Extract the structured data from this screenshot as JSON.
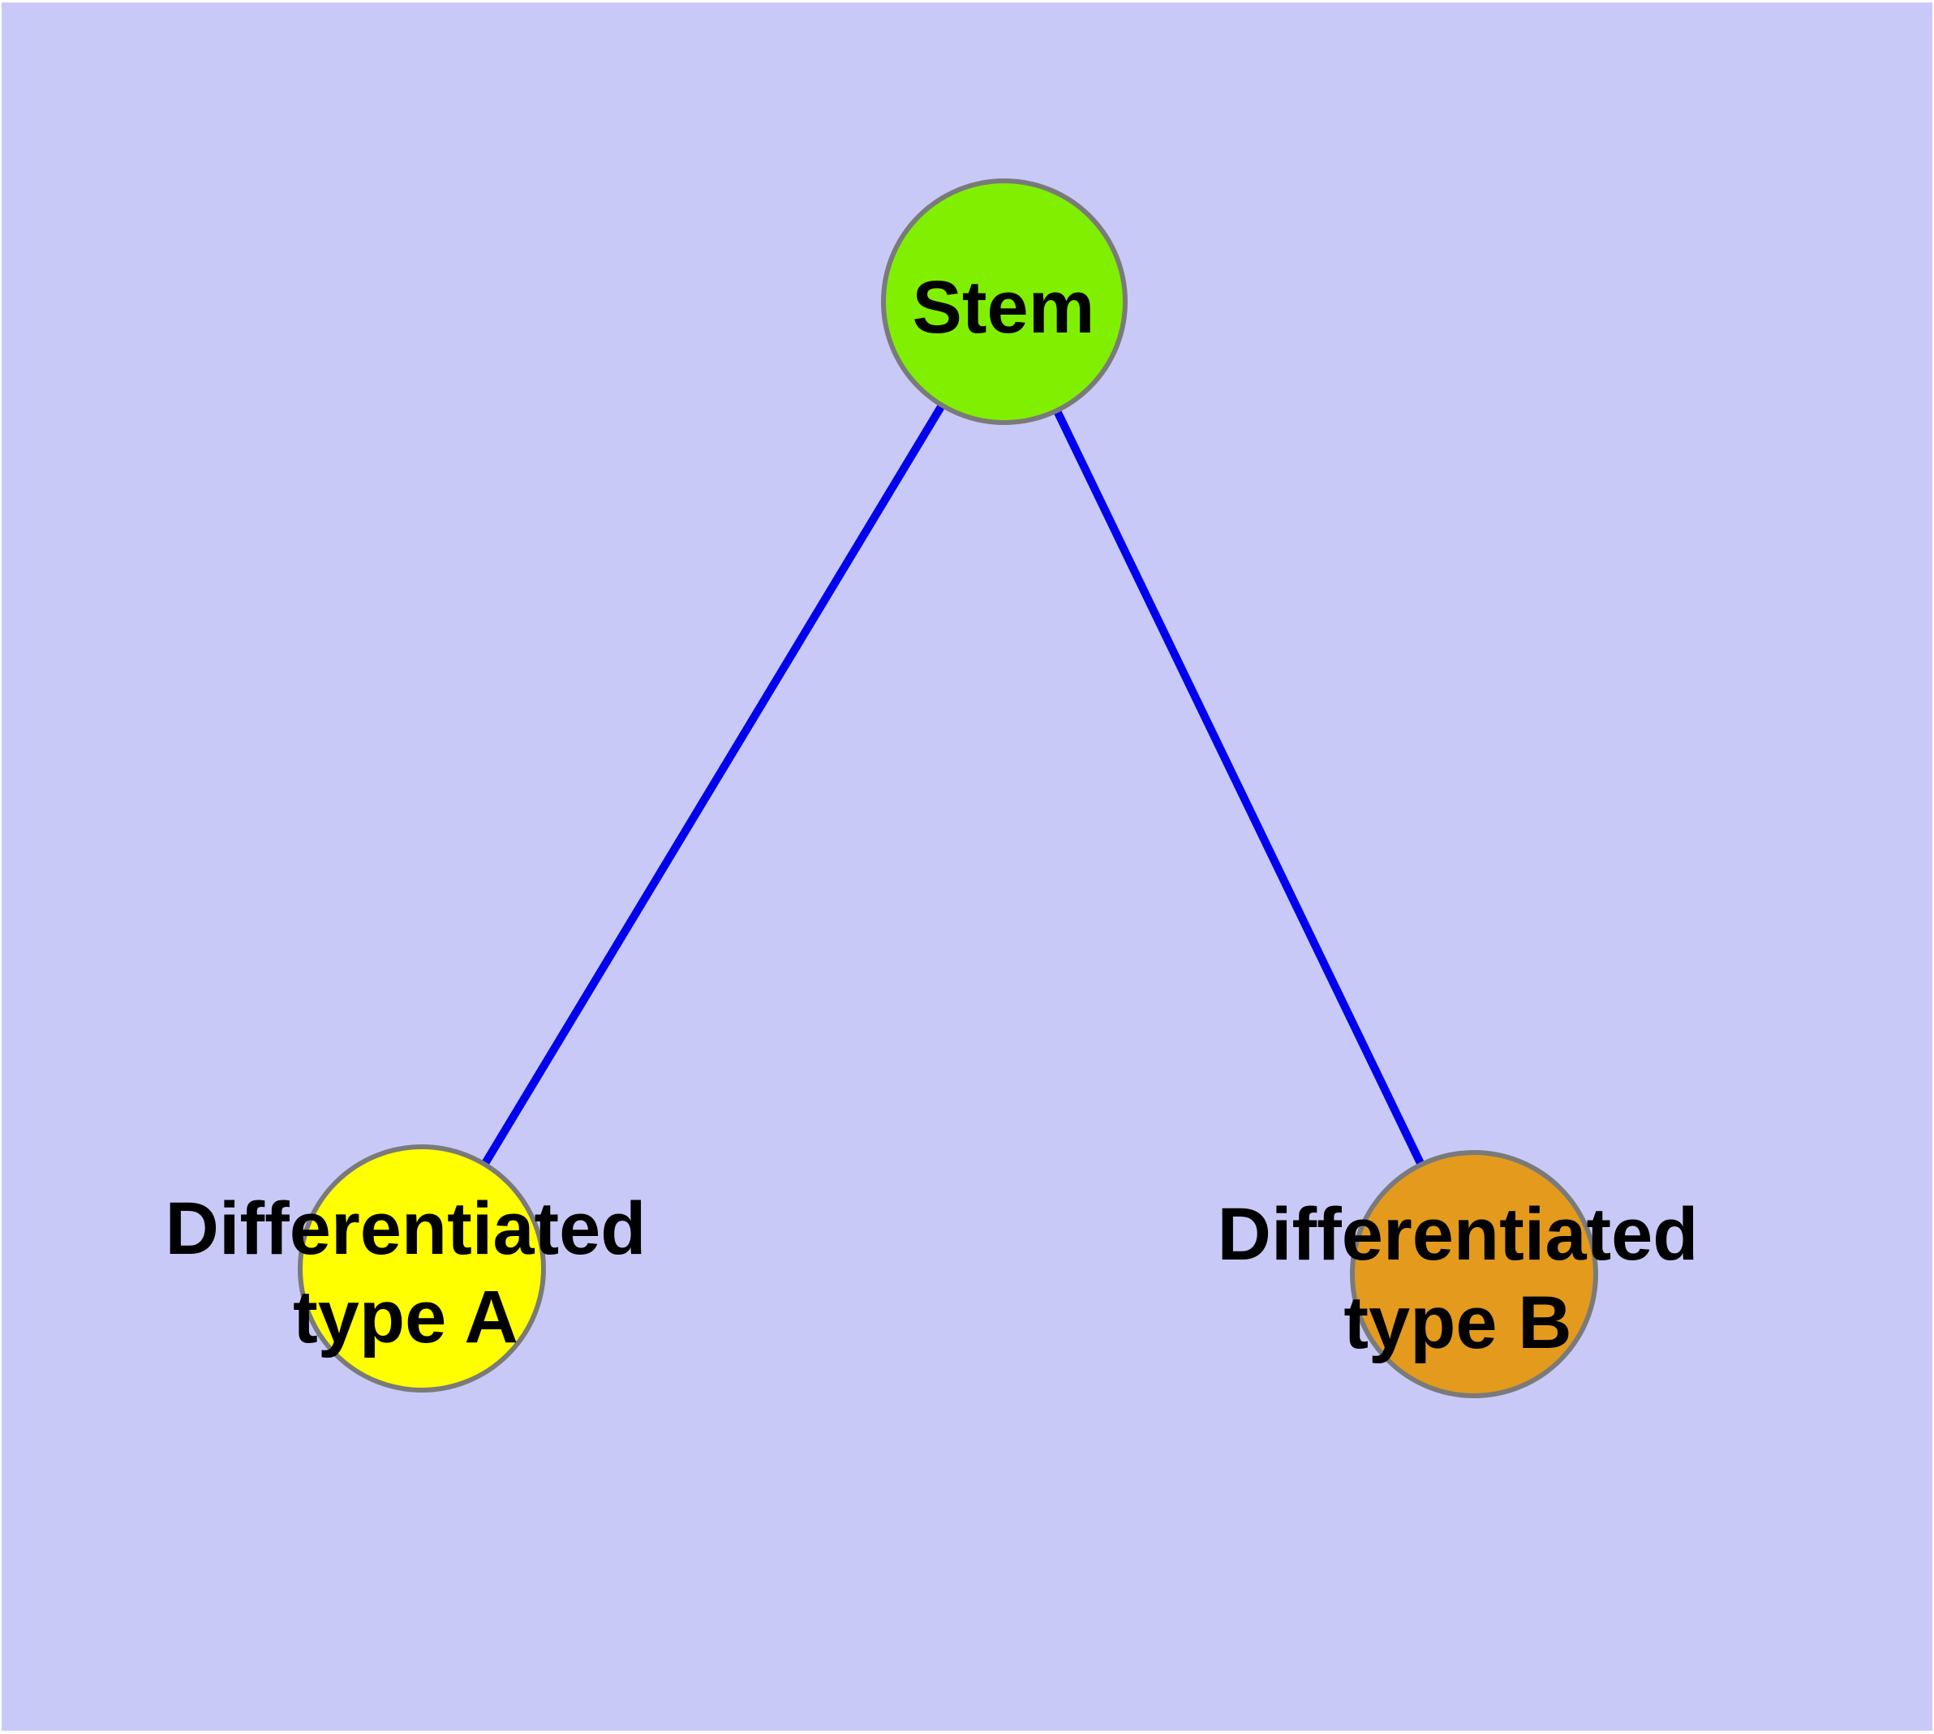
{
  "diagram": {
    "background_color": "#C9C9F8",
    "page_margin_color": "#FFFFFF",
    "label_color": "#000000",
    "edge_style": {
      "color": "#0000EE",
      "width": 10
    },
    "node_border": {
      "color": "#7A7A7A",
      "width": 6
    },
    "nodes": [
      {
        "id": "stem",
        "label": "Stem",
        "fill": "#80F000"
      },
      {
        "id": "differentiated-type-a",
        "label_line1": "Differentiated",
        "label_line2": "type A",
        "fill": "#FFFF00"
      },
      {
        "id": "differentiated-type-b",
        "label_line1": "Differentiated",
        "label_line2": "type B",
        "fill": "#E39A1D"
      }
    ],
    "edges": [
      {
        "from": "stem",
        "to": "differentiated-type-a"
      },
      {
        "from": "stem",
        "to": "differentiated-type-b"
      }
    ]
  }
}
